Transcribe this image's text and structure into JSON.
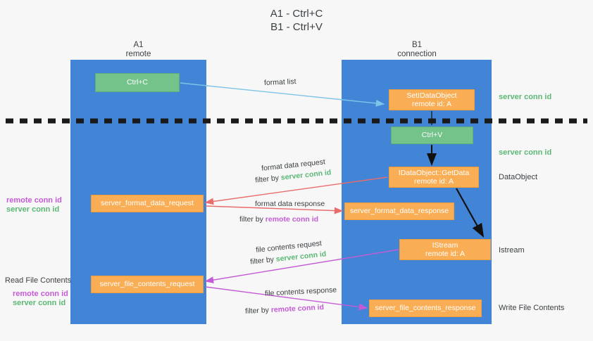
{
  "title": {
    "line1": "A1 - Ctrl+C",
    "line2": "B1 - Ctrl+V"
  },
  "lanes": [
    {
      "name": "A1",
      "sub": "remote",
      "color": "#4285d6"
    },
    {
      "name": "B1",
      "sub": "connection",
      "color": "#4285d6"
    }
  ],
  "boxes": {
    "ctrl_c": {
      "line1": "Ctrl+C",
      "line2": "",
      "color": "#74c38a"
    },
    "set_dataobject": {
      "line1": "SetIDataObject",
      "line2": "remote id: A",
      "color": "#f9ae56"
    },
    "ctrl_v": {
      "line1": "Ctrl+V",
      "line2": "",
      "color": "#74c38a"
    },
    "get_data": {
      "line1": "IDataObject::GetData",
      "line2": "remote id: A",
      "color": "#f9ae56"
    },
    "istream": {
      "line1": "IStream",
      "line2": "remote id: A",
      "color": "#f9ae56"
    },
    "server_format_data_request": {
      "line1": "server_format_data_request",
      "line2": "",
      "color": "#f9ae56"
    },
    "server_format_data_response": {
      "line1": "server_format_data_response",
      "line2": "",
      "color": "#f9ae56"
    },
    "server_file_contents_request": {
      "line1": "server_file_contents_request",
      "line2": "",
      "color": "#f9ae56"
    },
    "server_file_contents_response": {
      "line1": "server_file_contents_response",
      "line2": "",
      "color": "#f9ae56"
    }
  },
  "edges": {
    "format_list": {
      "label": "format list",
      "color": "#7fc4e8"
    },
    "format_data_request": {
      "label": "format data request",
      "filter_prefix": "filter by ",
      "filter_key": "server conn id",
      "color": "#ea6b6b"
    },
    "format_data_response": {
      "label": "format data response",
      "filter_prefix": "filter by ",
      "filter_key": "remote conn id",
      "color": "#ea6b6b"
    },
    "file_contents_request": {
      "label": "file contents request",
      "filter_prefix": "filter by ",
      "filter_key": "server conn id",
      "color": "#c45bd6"
    },
    "file_contents_response": {
      "label": "file contents response",
      "filter_prefix": "filter by ",
      "filter_key": "remote conn id",
      "color": "#c45bd6"
    }
  },
  "annotations": {
    "right": {
      "server_conn_id_top": "server conn id",
      "server_conn_id_mid": "server conn id",
      "dataobject": "DataObject",
      "istream": "Istream",
      "write_file_contents": "Write File Contents"
    },
    "left": {
      "remote_conn_id_1": "remote conn id",
      "server_conn_id_1": "server conn id",
      "read_file_contents": "Read File Contents",
      "remote_conn_id_2": "remote conn id",
      "server_conn_id_2": "server conn id"
    }
  },
  "colors": {
    "lane_blue": "#4285d6",
    "green": "#5bb874",
    "purple": "#c45bd6",
    "orange": "#f9ae56",
    "red_arrow": "#ea6b6b",
    "blue_arrow": "#7fc4e8",
    "divider": "#1a1a1a",
    "text": "#3c4043",
    "background": "#f7f7f7"
  }
}
